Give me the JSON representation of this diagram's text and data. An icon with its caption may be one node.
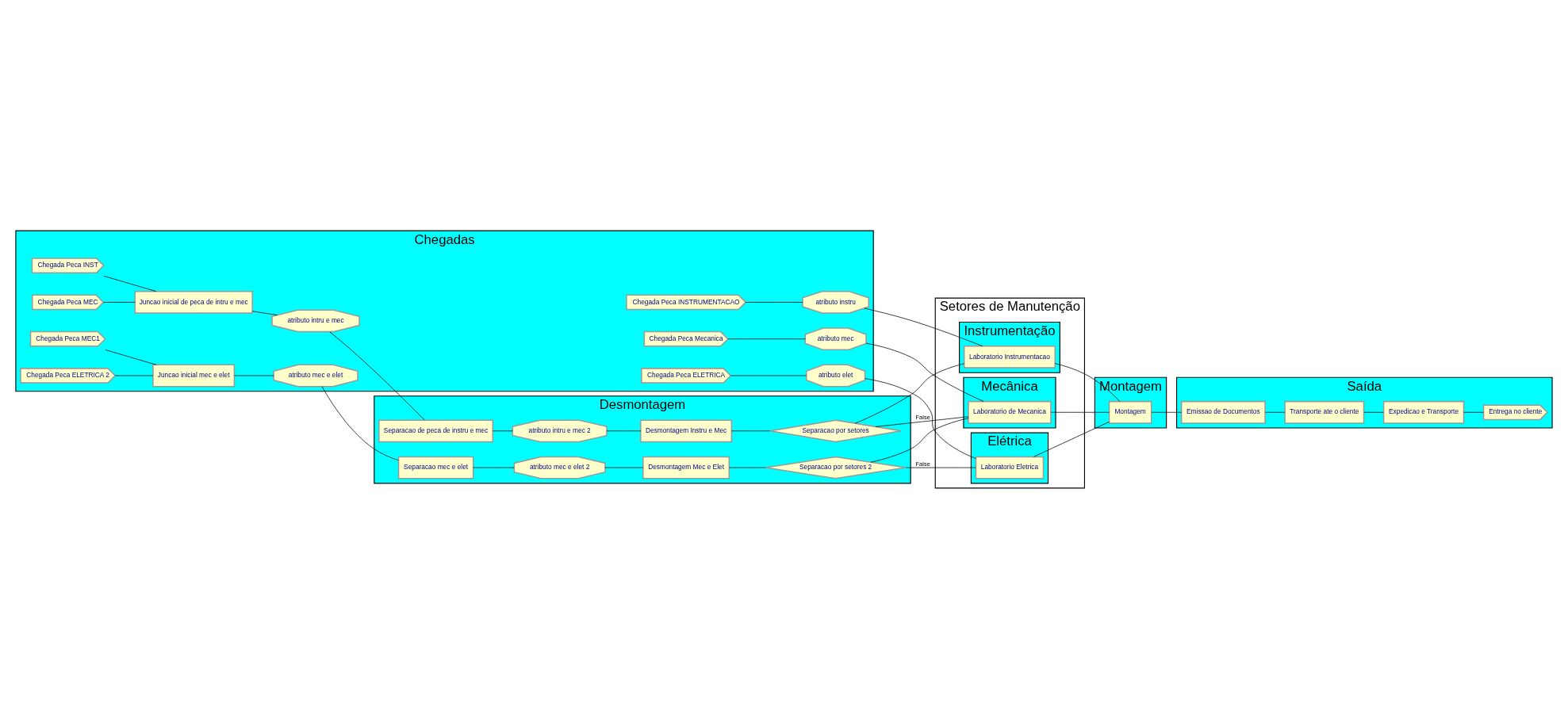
{
  "diagram": {
    "nodes": [
      {
        "text": [
          "Chegadas"
        ]
      },
      {
        "text": [
          "Chegada Peca INSTRUMENTACAO"
        ],
        "in": 0
      },
      {
        "text": [
          "atributo instru"
        ],
        "in": 0
      },
      {
        "text": [
          "Chegada Peca INST"
        ],
        "in": 0
      },
      {
        "text": [
          "Chegada Peca MEC"
        ],
        "in": 0
      },
      {
        "text": [
          "Juncao inicial de peca de intru e mec"
        ],
        "in": 0
      },
      {
        "text": [
          "atributo intru e mec"
        ],
        "in": 0
      },
      {
        "text": [
          "Chegada Peca Mecanica"
        ],
        "in": 0
      },
      {
        "text": [
          "atributo mec"
        ],
        "in": 0
      },
      {
        "text": [
          "Chegada Peca MEC1"
        ],
        "in": 0
      },
      {
        "text": [
          "Chegada Peca ELETRICA 2"
        ],
        "in": 0
      },
      {
        "text": [
          "Juncao inicial mec e elet"
        ],
        "in": 0
      },
      {
        "text": [
          "atributo mec e elet"
        ],
        "in": 0
      },
      {
        "text": [
          "Chegada Peca ELETRICA"
        ],
        "in": 0
      },
      {
        "text": [
          "atributo elet"
        ],
        "in": 0
      },
      {
        "text": [
          "Desmontagem"
        ]
      },
      {
        "text": [
          "Separacao de peca de instru e mec"
        ],
        "in": 15
      },
      {
        "text": [
          "atributo intru e mec 2"
        ],
        "in": 15
      },
      {
        "text": [
          "Desmontagem Instru e Mec"
        ],
        "in": 15
      },
      {
        "text": [
          "Separacao por setores"
        ],
        "in": 15
      },
      {
        "text": [
          "Separacao mec e elet"
        ],
        "in": 15
      },
      {
        "text": [
          "atributo mec e elet 2"
        ],
        "in": 15
      },
      {
        "text": [
          "Desmontagem Mec e Elet"
        ],
        "in": 15
      },
      {
        "text": [
          "Separacao por setores 2"
        ],
        "in": 15
      },
      {
        "text": [
          "Setores de Manutenção"
        ]
      },
      {
        "text": [
          "Instrumentação"
        ],
        "in": 24
      },
      {
        "text": [
          "Laboratorio Instrumentacao"
        ],
        "in": 25
      },
      {
        "text": [
          "Mecânica"
        ],
        "in": 24
      },
      {
        "text": [
          "Laboratorio de Mecanica"
        ],
        "in": 27
      },
      {
        "text": [
          "Elétrica"
        ],
        "in": 24
      },
      {
        "text": [
          "Laboratorio Eletrica"
        ],
        "in": 29
      },
      {
        "text": [
          "Montagem"
        ]
      },
      {
        "text": [
          "Montagem"
        ],
        "in": 31
      },
      {
        "text": [
          "Saída"
        ]
      },
      {
        "text": [
          "Emissao de Documentos"
        ],
        "in": 33
      },
      {
        "text": [
          "Transporte ate o cliente"
        ],
        "in": 33
      },
      {
        "text": [
          "Expedicao e Transporte"
        ],
        "in": 33
      },
      {
        "text": [
          "Entrega no cliente"
        ],
        "in": 33
      }
    ],
    "edges": [
      {
        "from": 1,
        "to": 2,
        "arrow": "none"
      },
      {
        "from": 2,
        "to": 26,
        "arrow": "none"
      },
      {
        "from": 3,
        "to": 5,
        "arrow": "none"
      },
      {
        "from": 4,
        "to": 5,
        "arrow": "none"
      },
      {
        "from": 5,
        "to": 6,
        "arrow": "none"
      },
      {
        "from": 6,
        "to": 16,
        "arrow": "none"
      },
      {
        "from": 16,
        "to": 17,
        "arrow": "none"
      },
      {
        "from": 17,
        "to": 18,
        "arrow": "none"
      },
      {
        "from": 18,
        "to": 19,
        "arrow": "none"
      },
      {
        "from": 19,
        "to": 26,
        "arrow": "none"
      },
      {
        "from": 19,
        "to": 28,
        "arrow": "none",
        "label": "False"
      },
      {
        "from": 7,
        "to": 8,
        "arrow": "none"
      },
      {
        "from": 8,
        "to": 28,
        "arrow": "none"
      },
      {
        "from": 9,
        "to": 11,
        "arrow": "none"
      },
      {
        "from": 10,
        "to": 11,
        "arrow": "none"
      },
      {
        "from": 11,
        "to": 12,
        "arrow": "none"
      },
      {
        "from": 12,
        "to": 20,
        "arrow": "none"
      },
      {
        "from": 20,
        "to": 21,
        "arrow": "none"
      },
      {
        "from": 21,
        "to": 22,
        "arrow": "none"
      },
      {
        "from": 22,
        "to": 23,
        "arrow": "none"
      },
      {
        "from": 23,
        "to": 28,
        "arrow": "none"
      },
      {
        "from": 23,
        "to": 30,
        "arrow": "none",
        "label": "False"
      },
      {
        "from": 13,
        "to": 14,
        "arrow": "none"
      },
      {
        "from": 14,
        "to": 30,
        "arrow": "none"
      },
      {
        "from": 26,
        "to": 32,
        "arrow": "none"
      },
      {
        "from": 28,
        "to": 32,
        "arrow": "none"
      },
      {
        "from": 30,
        "to": 32,
        "arrow": "none"
      },
      {
        "from": 32,
        "to": 34,
        "arrow": "none"
      },
      {
        "from": 34,
        "to": 35,
        "arrow": "none"
      },
      {
        "from": 35,
        "to": 36,
        "arrow": "none"
      },
      {
        "from": 36,
        "to": 37,
        "arrow": "none"
      }
    ]
  }
}
